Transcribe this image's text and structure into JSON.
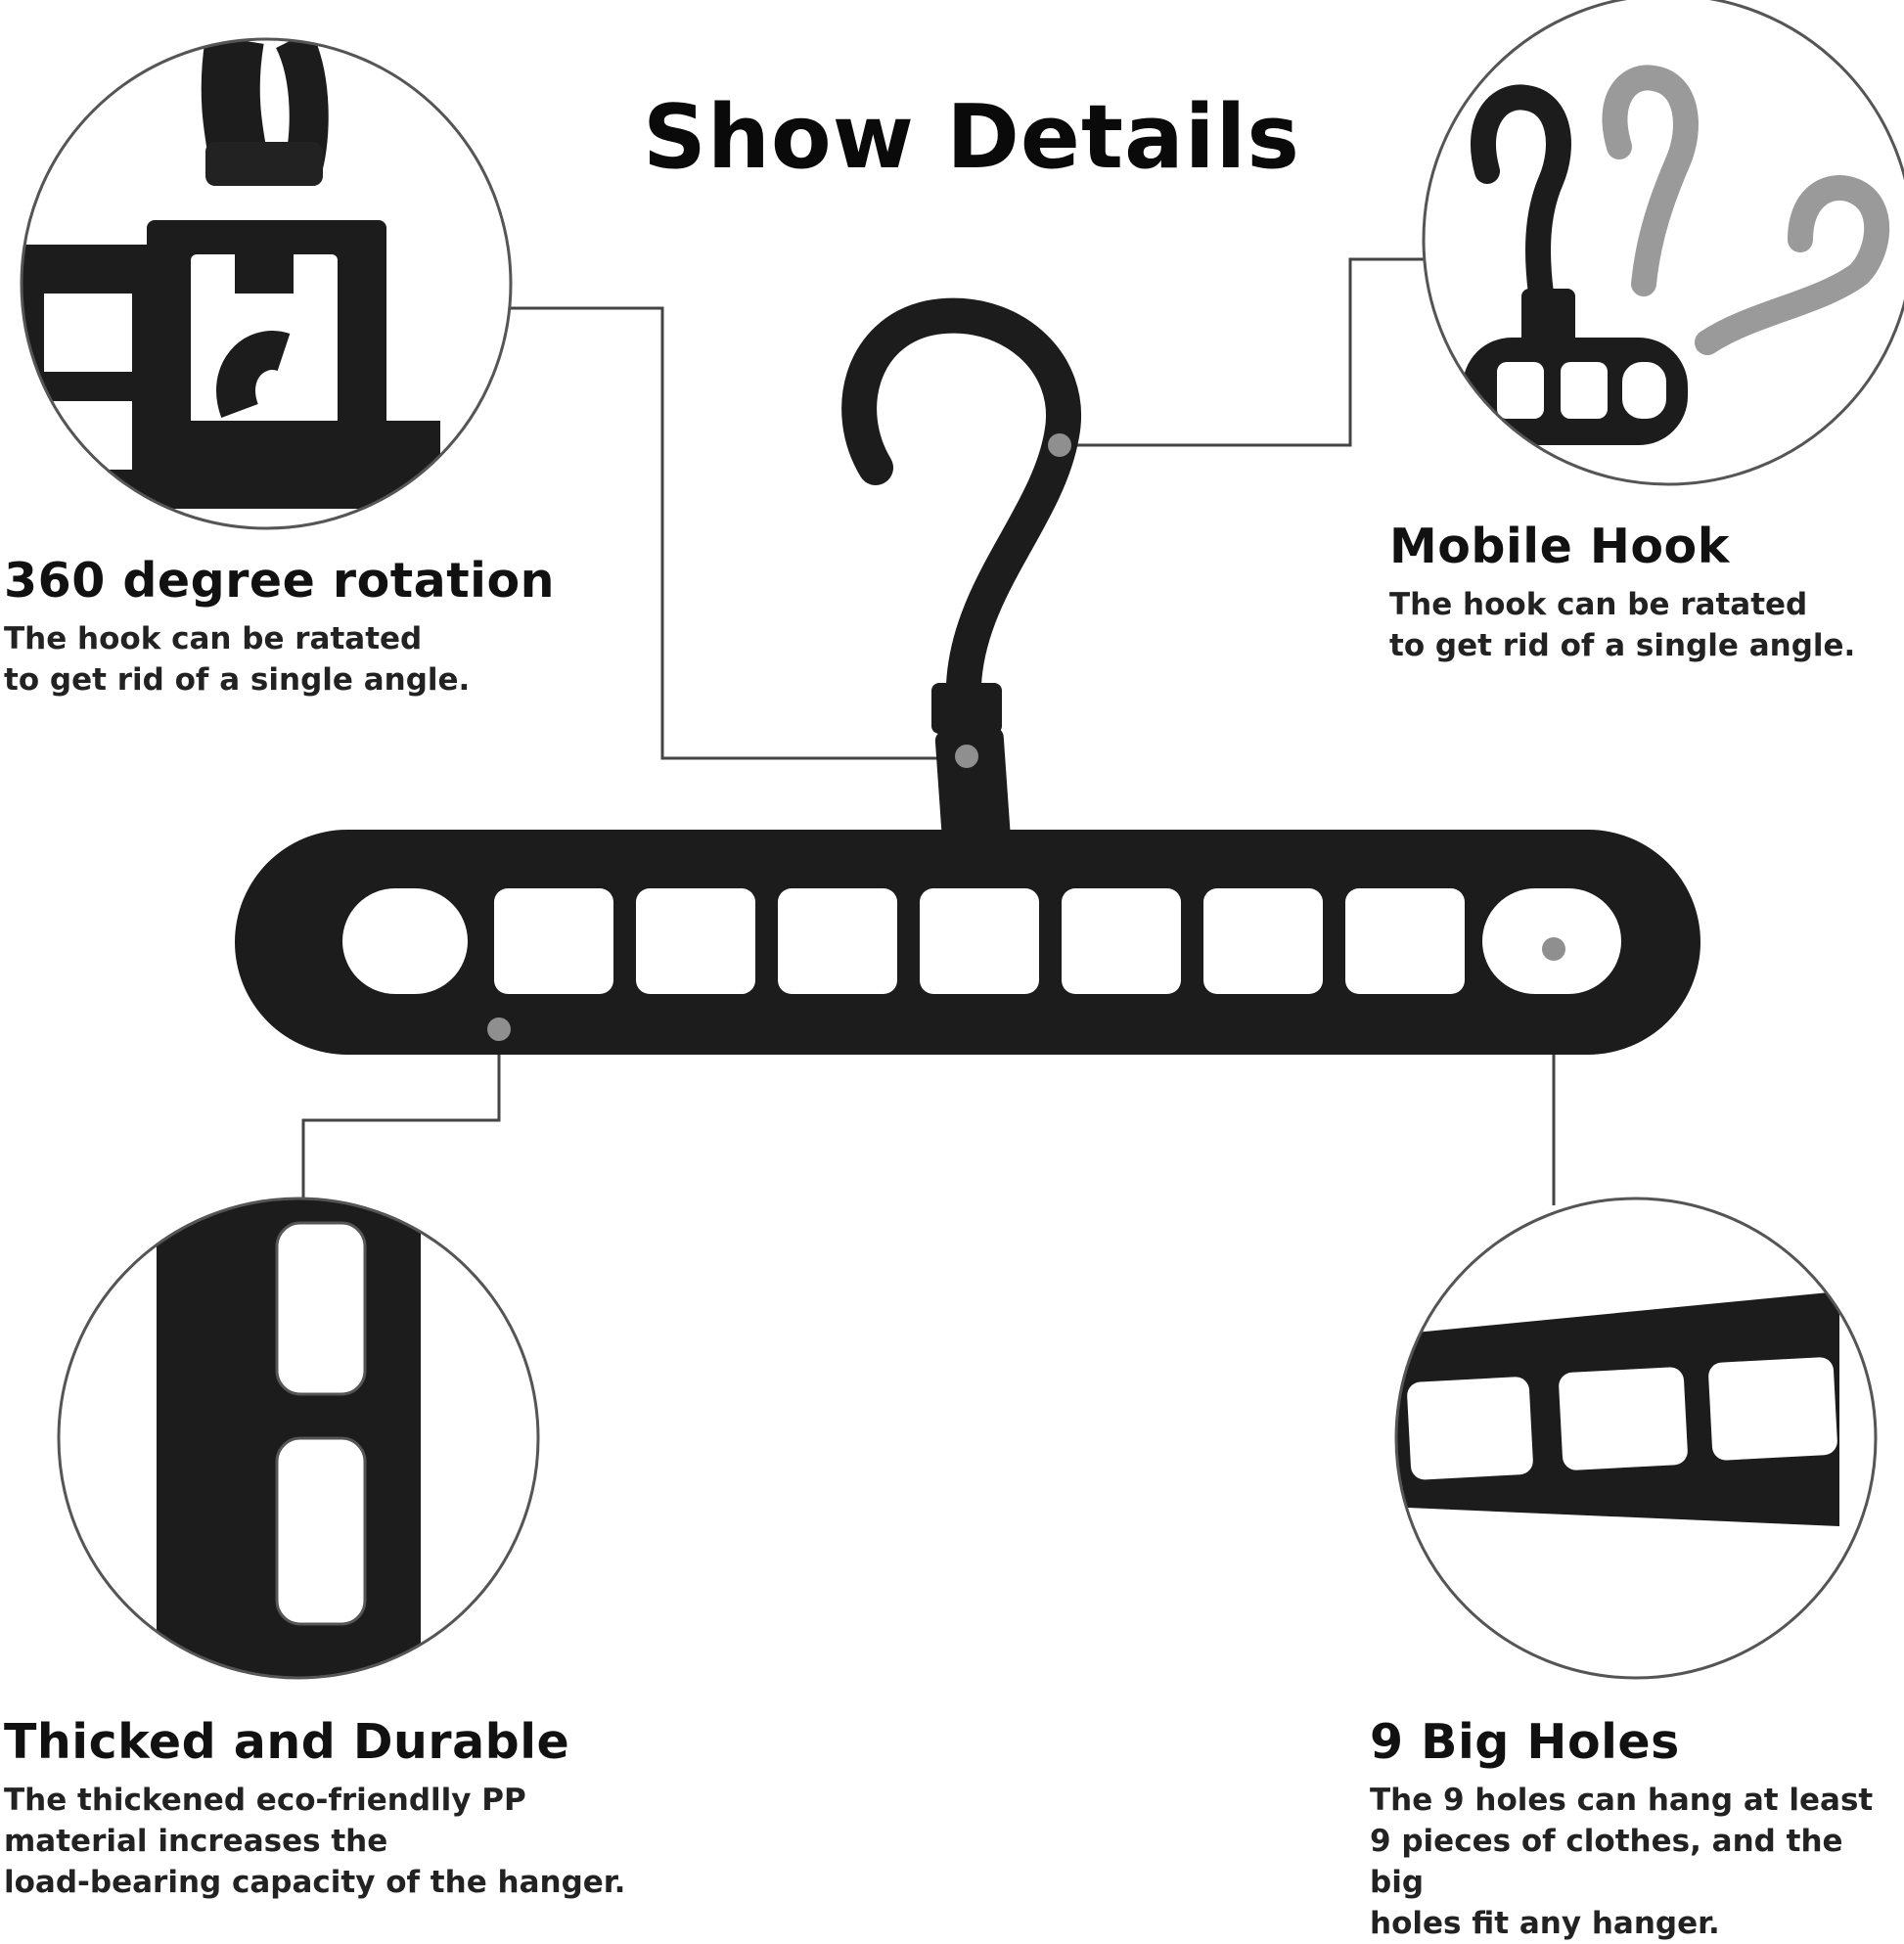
{
  "title": "Show Details",
  "features": {
    "rotation": {
      "heading": "360 degree rotation",
      "lines": [
        "The hook can be ratated",
        "to get rid of a single angle."
      ]
    },
    "mobile_hook": {
      "heading": "Mobile Hook",
      "lines": [
        "The hook can be ratated",
        "to get rid of a single angle."
      ]
    },
    "durable": {
      "heading": "Thicked and Durable",
      "lines": [
        "The thickened eco-friendlly PP",
        "material increases the",
        "load-bearing capacity of the hanger."
      ]
    },
    "holes": {
      "heading": "9 Big Holes",
      "lines": [
        "The 9 holes can hang at least",
        "9 pieces of clothes, and the big",
        "holes fit any hanger."
      ]
    }
  },
  "colors": {
    "hanger": "#1c1c1c",
    "hole": "#ffffff",
    "callout_dot": "#8f8f8f",
    "leader_line": "#444444"
  }
}
